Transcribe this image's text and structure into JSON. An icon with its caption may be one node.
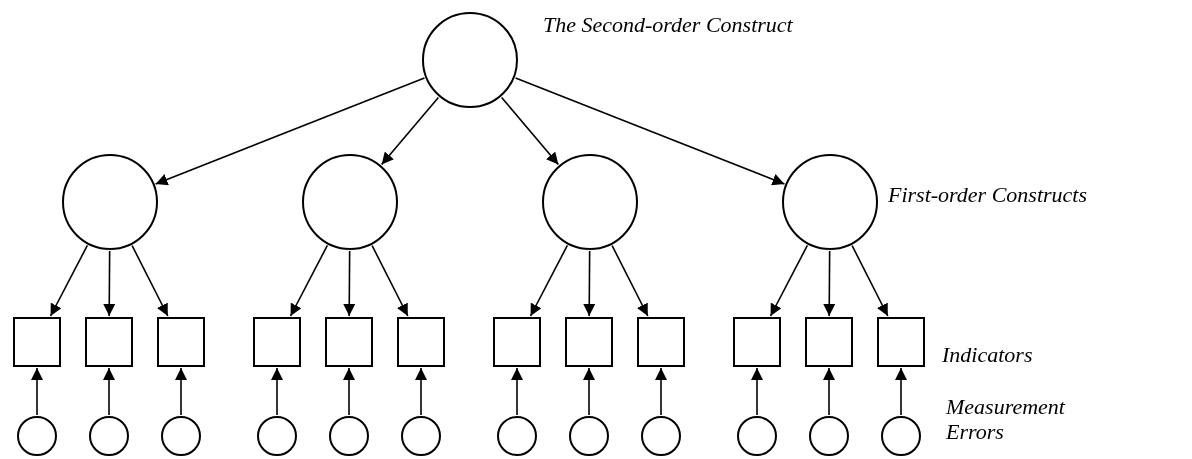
{
  "diagram": {
    "nodes": [
      {
        "text": [],
        "shape": "circle",
        "beside": [
          "The Second-order Construct"
        ]
      },
      {
        "text": [],
        "shape": "circle"
      },
      {
        "text": [],
        "shape": "circle"
      },
      {
        "text": [],
        "shape": "circle"
      },
      {
        "text": [],
        "shape": "circle",
        "beside": [
          "First-order Constructs"
        ]
      },
      {
        "text": [],
        "shape": "box"
      },
      {
        "text": [],
        "shape": "box"
      },
      {
        "text": [],
        "shape": "box"
      },
      {
        "text": [],
        "shape": "box"
      },
      {
        "text": [],
        "shape": "box"
      },
      {
        "text": [],
        "shape": "box"
      },
      {
        "text": [],
        "shape": "box"
      },
      {
        "text": [],
        "shape": "box"
      },
      {
        "text": [],
        "shape": "box"
      },
      {
        "text": [],
        "shape": "box"
      },
      {
        "text": [],
        "shape": "box"
      },
      {
        "text": [],
        "shape": "box"
      },
      {
        "text": [],
        "shape": "circle"
      },
      {
        "text": [],
        "shape": "circle"
      },
      {
        "text": [],
        "shape": "circle"
      },
      {
        "text": [],
        "shape": "circle"
      },
      {
        "text": [],
        "shape": "circle"
      },
      {
        "text": [],
        "shape": "circle"
      },
      {
        "text": [],
        "shape": "circle"
      },
      {
        "text": [],
        "shape": "circle"
      },
      {
        "text": [],
        "shape": "circle"
      },
      {
        "text": [],
        "shape": "circle"
      },
      {
        "text": [],
        "shape": "circle"
      },
      {
        "text": [],
        "shape": "circle"
      }
    ],
    "edges": [
      {
        "from": 0,
        "to": 1,
        "arrow": "to"
      },
      {
        "from": 0,
        "to": 2,
        "arrow": "to"
      },
      {
        "from": 0,
        "to": 3,
        "arrow": "to"
      },
      {
        "from": 0,
        "to": 4,
        "arrow": "to"
      },
      {
        "from": 1,
        "to": 5,
        "arrow": "to"
      },
      {
        "from": 1,
        "to": 6,
        "arrow": "to"
      },
      {
        "from": 1,
        "to": 7,
        "arrow": "to"
      },
      {
        "from": 2,
        "to": 8,
        "arrow": "to"
      },
      {
        "from": 2,
        "to": 9,
        "arrow": "to"
      },
      {
        "from": 2,
        "to": 10,
        "arrow": "to"
      },
      {
        "from": 3,
        "to": 11,
        "arrow": "to"
      },
      {
        "from": 3,
        "to": 12,
        "arrow": "to"
      },
      {
        "from": 3,
        "to": 13,
        "arrow": "to"
      },
      {
        "from": 4,
        "to": 14,
        "arrow": "to"
      },
      {
        "from": 4,
        "to": 15,
        "arrow": "to"
      },
      {
        "from": 4,
        "to": 16,
        "arrow": "to"
      },
      {
        "from": 17,
        "to": 5,
        "arrow": "to"
      },
      {
        "from": 18,
        "to": 6,
        "arrow": "to"
      },
      {
        "from": 19,
        "to": 7,
        "arrow": "to"
      },
      {
        "from": 20,
        "to": 8,
        "arrow": "to"
      },
      {
        "from": 21,
        "to": 9,
        "arrow": "to"
      },
      {
        "from": 22,
        "to": 10,
        "arrow": "to"
      },
      {
        "from": 23,
        "to": 11,
        "arrow": "to"
      },
      {
        "from": 24,
        "to": 12,
        "arrow": "to"
      },
      {
        "from": 25,
        "to": 13,
        "arrow": "to"
      },
      {
        "from": 26,
        "to": 14,
        "arrow": "to"
      },
      {
        "from": 27,
        "to": 15,
        "arrow": "to"
      },
      {
        "from": 28,
        "to": 16,
        "arrow": "to"
      }
    ],
    "labels": [
      "Indicators",
      "Measurement Errors"
    ]
  }
}
